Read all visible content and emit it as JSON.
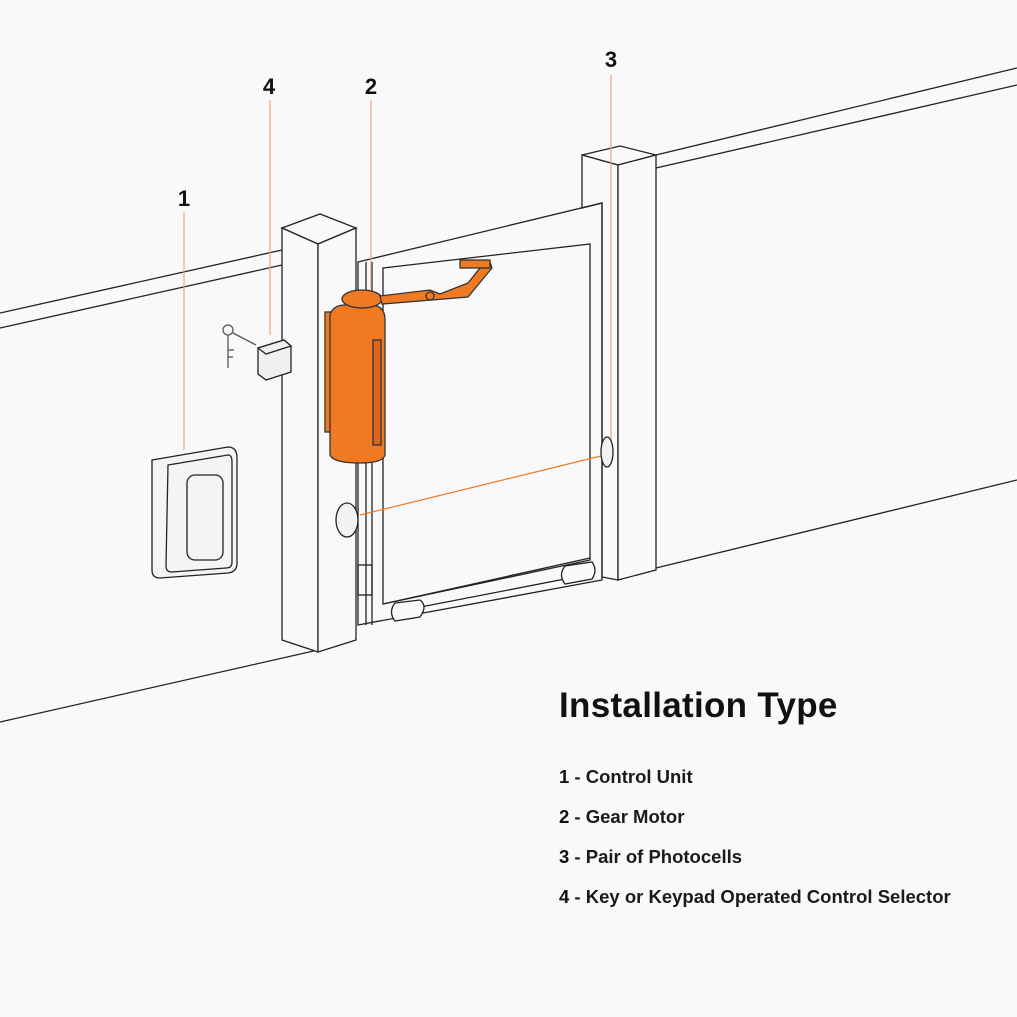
{
  "callouts": [
    "1",
    "2",
    "3",
    "4"
  ],
  "title": "Installation Type",
  "legend": [
    {
      "num": "1",
      "sep": " - ",
      "label": "Control Unit"
    },
    {
      "num": "2",
      "sep": " - ",
      "label": "Gear Motor"
    },
    {
      "num": "3",
      "sep": " - ",
      "label": "Pair of Photocells"
    },
    {
      "num": "4",
      "sep": " - ",
      "label": "Key or Keypad Operated Control Selector"
    }
  ],
  "colors": {
    "accent": "#f07a22",
    "line": "#222222",
    "background": "#f9f9fb"
  }
}
